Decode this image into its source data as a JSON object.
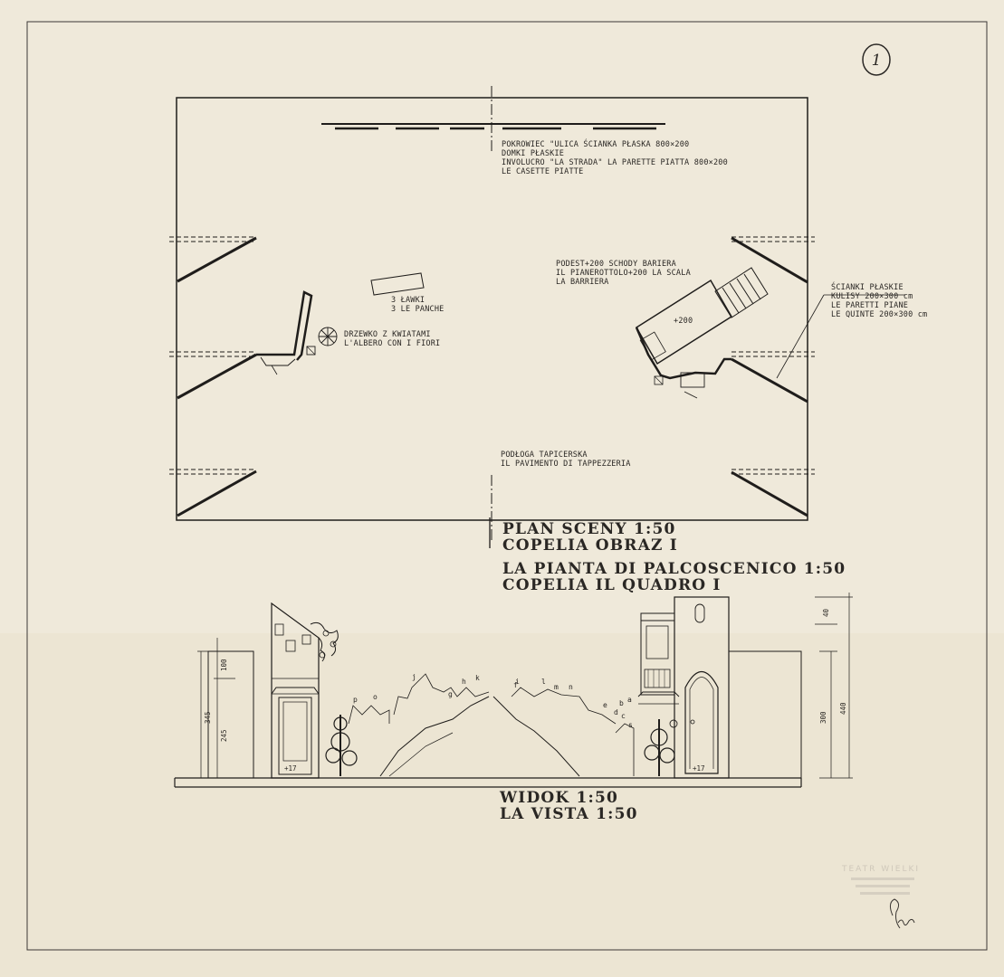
{
  "sheet": {
    "sheet_number": "1",
    "stamp_text": "TEATR WIELKI",
    "signature": "Poniz"
  },
  "plan": {
    "notes": {
      "backcloth": [
        "POKROWIEC \"ULICA ŚCIANKA PŁASKA 800×200",
        "DOMKI PŁASKIE",
        "INVOLUCRO \"LA STRADA\" LA PARETTE PIATTA 800×200",
        "LE CASETTE PIATTE"
      ],
      "podest": [
        "PODEST+200 SCHODY BARIERA",
        "IL PIANEROTTOLO+200 LA SCALA",
        "LA BARRIERA"
      ],
      "wings": [
        "ŚCIANKI PŁASKIE",
        "KULISY 200×300 cm",
        "LE PARETTI PIANE",
        "LE QUINTE 200×300 cm"
      ],
      "benches": [
        "3 ŁAWKI",
        "3 LE PANCHE"
      ],
      "tree": [
        "DRZEWKO Z KWIATAMI",
        "L'ALBERO CON I FIORI"
      ],
      "floor": [
        "PODŁOGA TAPICERSKA",
        "IL PAVIMENTO DI TAPPEZZERIA"
      ],
      "platform_height": "+200"
    },
    "title": [
      "PLAN SCENY 1:50",
      "COPELIA OBRAZ I",
      "LA PIANTA DI PALCOSCENICO 1:50",
      "COPELIA IL QUADRO I"
    ]
  },
  "view": {
    "title": [
      "WIDOK 1:50",
      "LA VISTA 1:50"
    ],
    "dims_left": [
      "345",
      "245",
      "100"
    ],
    "dims_right": [
      "40",
      "300",
      "440"
    ],
    "door_levels": [
      "+17",
      "+17"
    ],
    "house_letters": [
      "a",
      "b",
      "c",
      "d",
      "e",
      "f",
      "g",
      "h",
      "i",
      "j",
      "k",
      "l",
      "m",
      "n",
      "o",
      "p",
      "s"
    ]
  }
}
